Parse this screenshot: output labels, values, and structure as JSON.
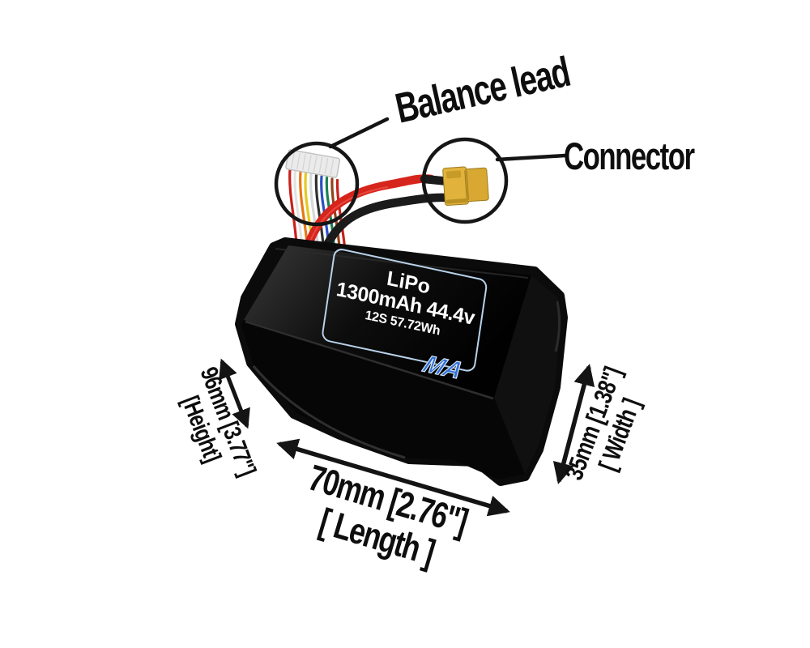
{
  "callouts": {
    "balance_lead": {
      "label": "Balance lead"
    },
    "connector": {
      "label": "Connector"
    }
  },
  "battery_label": {
    "chemistry": "LiPo",
    "capacity_voltage": "1300mAh 44.4v",
    "config_energy": "12S 57.72Wh",
    "logo_text": "MA"
  },
  "dimensions": {
    "length": {
      "value": "70mm [2.76\"]",
      "name": "[ Length ]"
    },
    "width": {
      "value": "35mm [1.38\"]",
      "name": "[ Width ]"
    },
    "height": {
      "value": "96mm [3.77\"]",
      "name": "[Height]"
    }
  },
  "colors": {
    "background": "#ffffff",
    "annotation_text": "#0e0e0e",
    "battery_body": "#0b0b0b",
    "label_border": "#b9d2ea",
    "label_text": "#ffffff",
    "logo_blue": "#2f6fd6",
    "wire_red": "#d6251c",
    "wire_black": "#1b1b1b",
    "connector_yellow": "#e2b33c",
    "balance_plug_white": "#ebebeb"
  }
}
